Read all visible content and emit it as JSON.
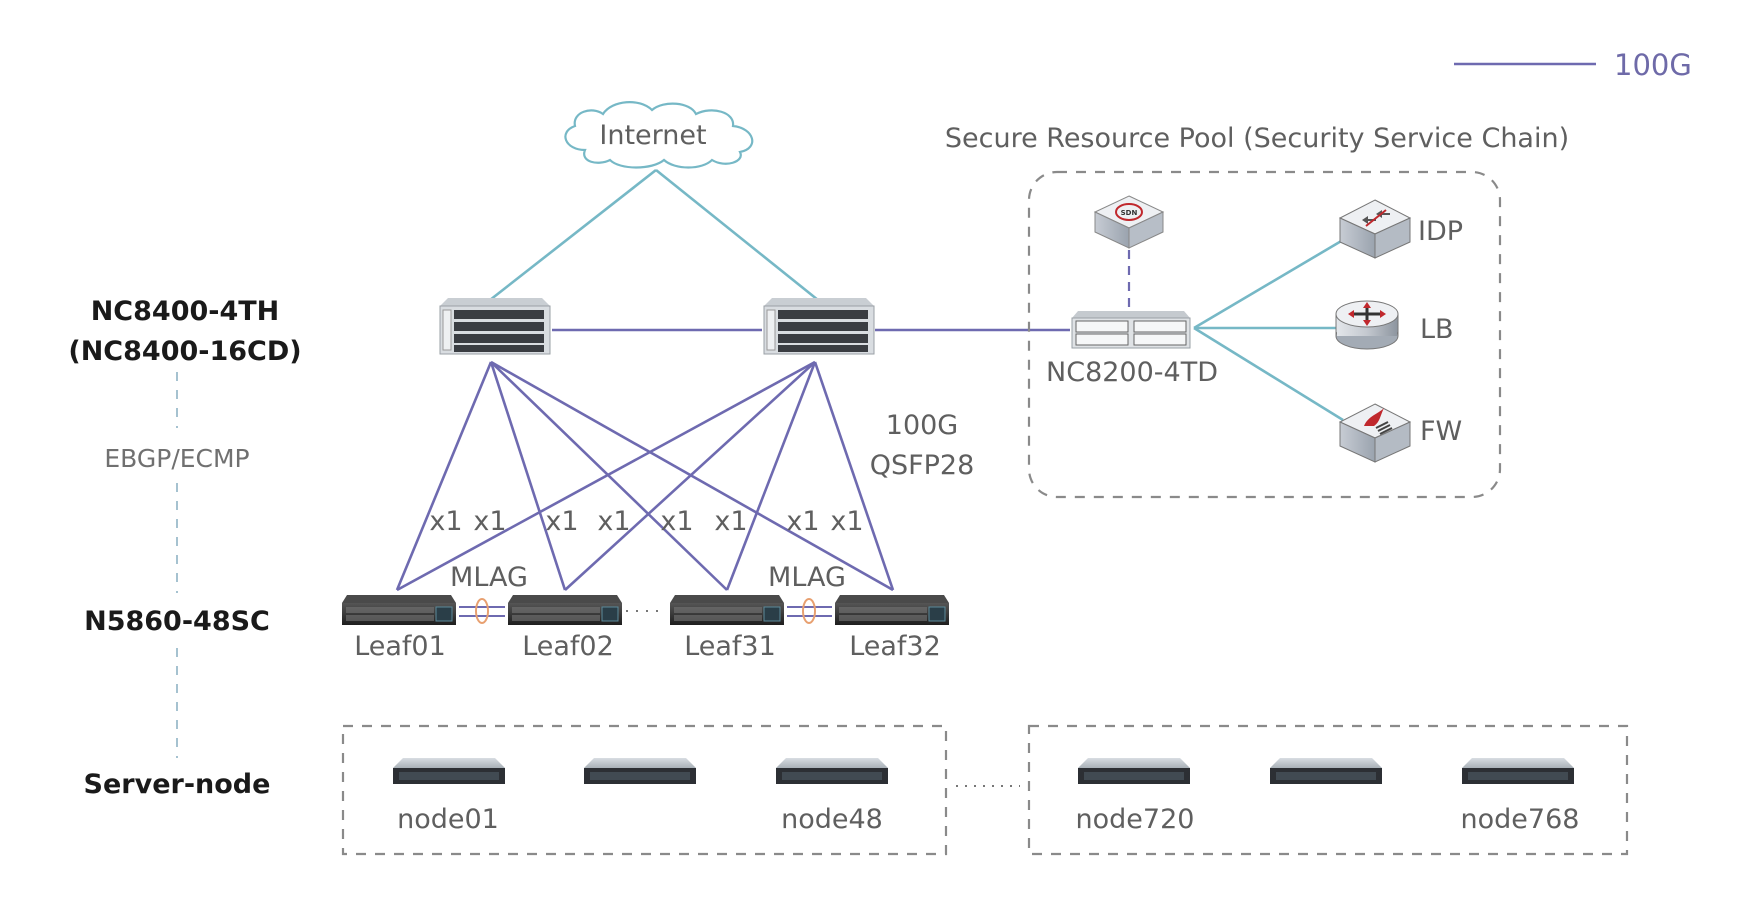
{
  "legend": {
    "label": "100G",
    "line_color": "#6e6ab0"
  },
  "tiers": {
    "spine_line1": "NC8400-4TH",
    "spine_line2": "(NC8400-16CD)",
    "routing": "EBGP/ECMP",
    "leaf": "N5860-48SC",
    "server": "Server-node"
  },
  "internet": {
    "label": "Internet"
  },
  "link_label": {
    "line1": "100G",
    "line2": "QSFP28"
  },
  "uplink_counts": [
    "x1",
    "x1",
    "x1",
    "x1",
    "x1",
    "x1",
    "x1",
    "x1"
  ],
  "mlag": [
    "MLAG",
    "MLAG"
  ],
  "leaves": [
    "Leaf01",
    "Leaf02",
    "Leaf31",
    "Leaf32"
  ],
  "security_pool": {
    "title": "Secure Resource Pool (Security Service Chain)",
    "gateway": "NC8200-4TD",
    "controller_badge": "SDN",
    "services": [
      "IDP",
      "LB",
      "FW"
    ]
  },
  "server_groups": [
    {
      "nodes": [
        "node01",
        "",
        "node48"
      ]
    },
    {
      "nodes": [
        "node720",
        "",
        "node768"
      ]
    }
  ],
  "colors": {
    "uplink": "#6e6ab0",
    "internet_link": "#76b8c6",
    "mlag_ring": "#e8a070"
  }
}
